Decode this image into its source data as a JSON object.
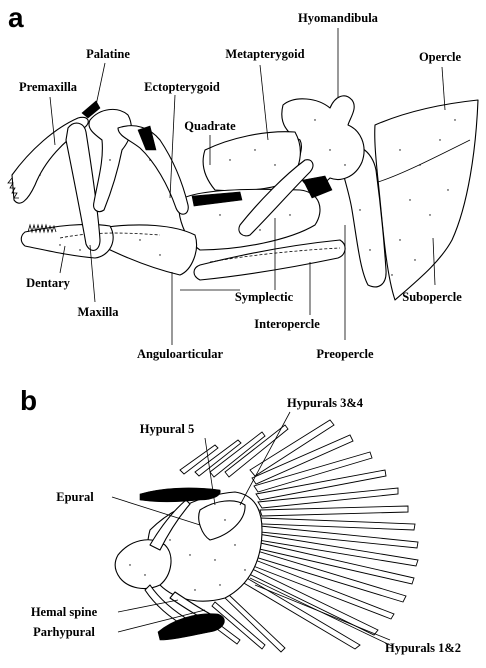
{
  "panels": [
    {
      "letter": "a",
      "labels": {
        "hyomandibula": "Hyomandibula",
        "palatine": "Palatine",
        "metapterygoid": "Metapterygoid",
        "opercle": "Opercle",
        "premaxilla": "Premaxilla",
        "ectopterygoid": "Ectopterygoid",
        "quadrate": "Quadrate",
        "dentary": "Dentary",
        "maxilla": "Maxilla",
        "symplectic": "Symplectic",
        "interopercle": "Interopercle",
        "subopercle": "Subopercle",
        "preopercle": "Preopercle",
        "anguloarticular": "Anguloarticular"
      }
    },
    {
      "letter": "b",
      "labels": {
        "hypurals_3_4": "Hypurals 3&4",
        "hypural_5": "Hypural 5",
        "epural": "Epural",
        "hemal_spine": "Hemal spine",
        "parhypural": "Parhypural",
        "hypurals_1_2": "Hypurals 1&2"
      }
    }
  ]
}
